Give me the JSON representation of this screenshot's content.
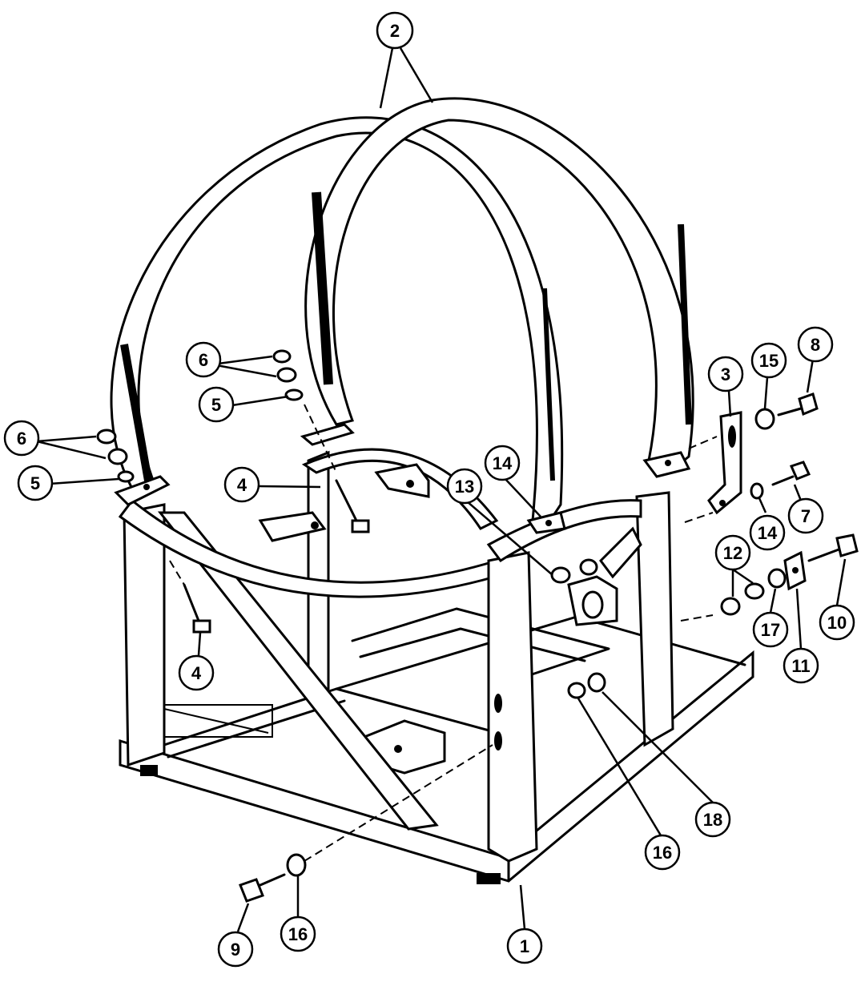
{
  "callouts": [
    {
      "id": "c2",
      "label": "2"
    },
    {
      "id": "c6a",
      "label": "6"
    },
    {
      "id": "c5a",
      "label": "5"
    },
    {
      "id": "c6b",
      "label": "6"
    },
    {
      "id": "c5b",
      "label": "5"
    },
    {
      "id": "c4a",
      "label": "4"
    },
    {
      "id": "c4b",
      "label": "4"
    },
    {
      "id": "c3",
      "label": "3"
    },
    {
      "id": "c15",
      "label": "15"
    },
    {
      "id": "c8",
      "label": "8"
    },
    {
      "id": "c7",
      "label": "7"
    },
    {
      "id": "c14a",
      "label": "14"
    },
    {
      "id": "c14b",
      "label": "14"
    },
    {
      "id": "c13",
      "label": "13"
    },
    {
      "id": "c12",
      "label": "12"
    },
    {
      "id": "c17",
      "label": "17"
    },
    {
      "id": "c11",
      "label": "11"
    },
    {
      "id": "c10",
      "label": "10"
    },
    {
      "id": "c16a",
      "label": "16"
    },
    {
      "id": "c18",
      "label": "18"
    },
    {
      "id": "c16b",
      "label": "16"
    },
    {
      "id": "c9",
      "label": "9"
    },
    {
      "id": "c1",
      "label": "1"
    }
  ]
}
